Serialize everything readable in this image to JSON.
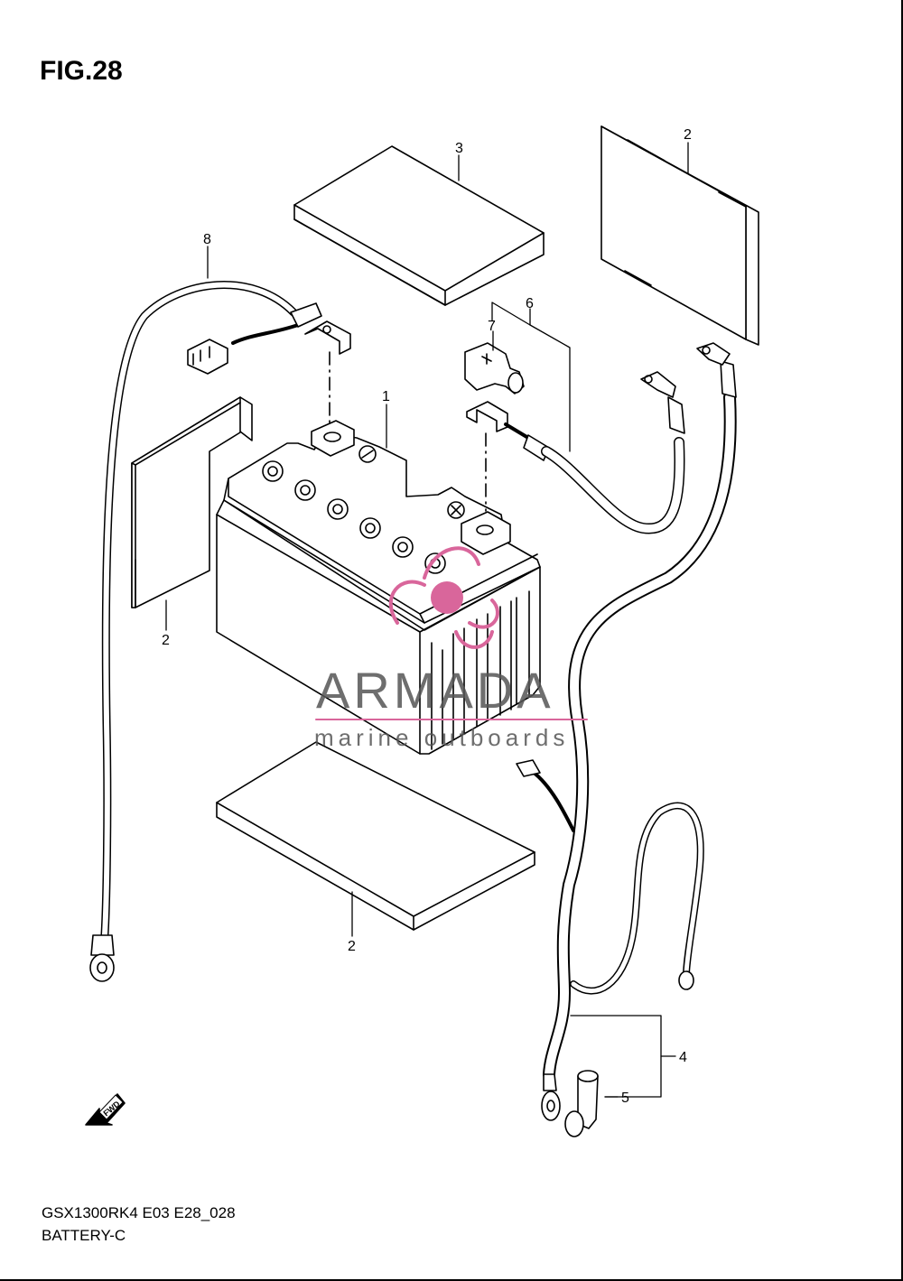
{
  "figure": {
    "title": "FIG.28"
  },
  "footer": {
    "model_code": "GSX1300RK4 E03 E28_028",
    "sheet_name": "BATTERY-C"
  },
  "callouts": [
    {
      "id": "battery",
      "number": "1"
    },
    {
      "id": "spacer-right",
      "number": "2"
    },
    {
      "id": "spacer-left",
      "number": "2"
    },
    {
      "id": "spacer-bottom",
      "number": "2"
    },
    {
      "id": "pad-top",
      "number": "3"
    },
    {
      "id": "starter-cable",
      "number": "4"
    },
    {
      "id": "terminal-cover-lower",
      "number": "5"
    },
    {
      "id": "plus-cable",
      "number": "6"
    },
    {
      "id": "terminal-cover-plus",
      "number": "7"
    },
    {
      "id": "minus-cable",
      "number": "8"
    }
  ],
  "watermark": {
    "brand": "ARMADA",
    "tagline": "marine outboards",
    "accent_color": "#d9669b"
  },
  "fwd_indicator": {
    "text": "FWD",
    "icon": "forward-arrow-icon"
  }
}
